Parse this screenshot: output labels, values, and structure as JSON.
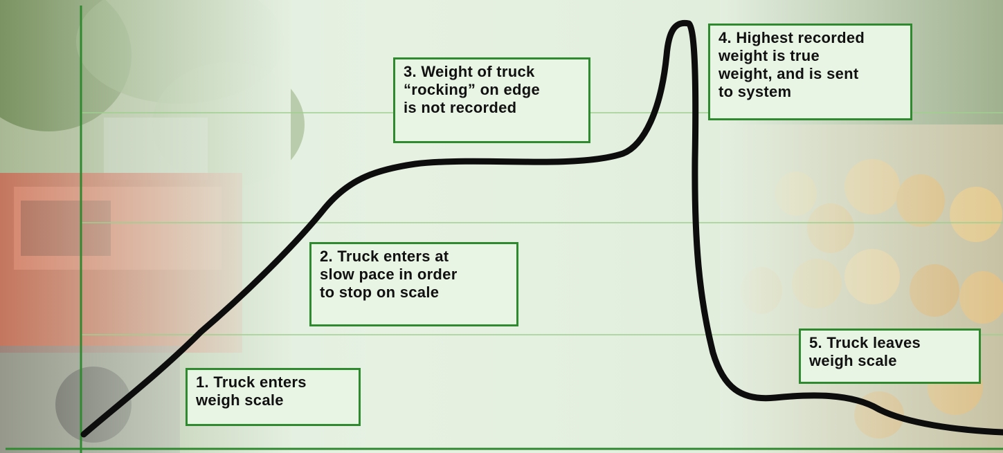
{
  "colors": {
    "axis": "#2f8a2f",
    "gridline": "#9fcf8f",
    "curve": "#0d0d0d",
    "callout_border": "#2f8a2f",
    "callout_fill": "#e8f4e4"
  },
  "background_photo": "logging truck on left, stacked cut logs on right (faded)",
  "callouts": [
    {
      "lines": [
        "1. Truck enters",
        "weigh scale"
      ]
    },
    {
      "lines": [
        "2. Truck enters at",
        "slow pace in order",
        "to stop on scale"
      ]
    },
    {
      "lines": [
        "3. Weight of truck",
        "“rocking” on edge",
        "is not recorded"
      ]
    },
    {
      "lines": [
        "4. Highest recorded",
        "weight is true",
        "weight, and is sent",
        "to system"
      ]
    },
    {
      "lines": [
        "5. Truck leaves",
        "weigh scale"
      ]
    }
  ]
}
